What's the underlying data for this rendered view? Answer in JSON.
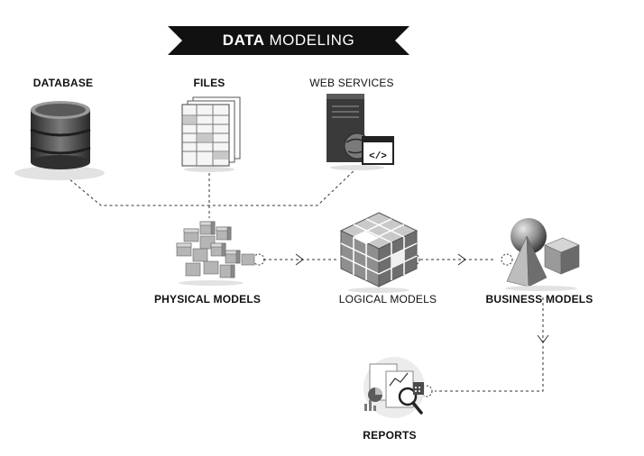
{
  "title": {
    "bold": "DATA",
    "light": "MODELING"
  },
  "sources": [
    {
      "label": "DATABASE",
      "icon": "database-icon"
    },
    {
      "label": "FILES",
      "icon": "files-icon"
    },
    {
      "label": "WEB SERVICES",
      "icon": "web-services-icon"
    }
  ],
  "models": {
    "physical": "PHYSICAL MODELS",
    "logical": "LOGICAL MODELS",
    "business": "BUSINESS MODELS"
  },
  "reports": {
    "label": "REPORTS",
    "icon": "reports-icon"
  },
  "colors": {
    "banner": "#111111",
    "ink": "#111111",
    "line": "#333333",
    "icon_dark": "#3a3a3a",
    "icon_mid": "#8a8a8a",
    "icon_light": "#cfcfcf"
  }
}
